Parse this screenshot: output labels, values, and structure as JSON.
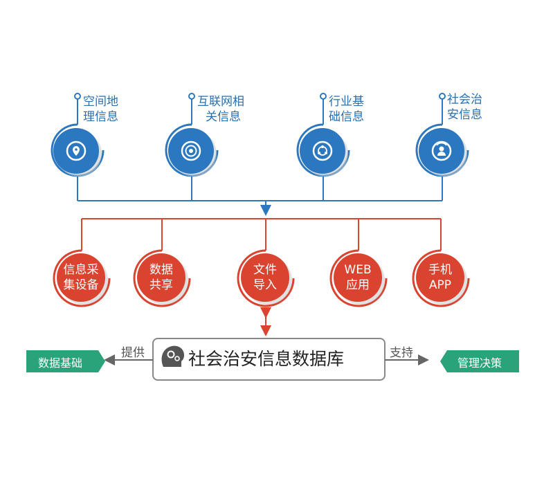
{
  "colors": {
    "blue": "#2b78c0",
    "blue_dark": "#1f5f9e",
    "red": "#d9432f",
    "green": "#2aa37a",
    "gray": "#666666"
  },
  "sources": [
    {
      "line1": "空间地",
      "line2": "理信息",
      "icon": "map-pin-icon"
    },
    {
      "line1": "互联网相",
      "line2": "关信息",
      "icon": "target-disc-icon"
    },
    {
      "line1": "行业基",
      "line2": "础信息",
      "icon": "node-circle-icon"
    },
    {
      "line1": "社会治",
      "line2": "安信息",
      "icon": "person-signal-icon"
    }
  ],
  "methods": [
    {
      "line1": "信息采",
      "line2": "集设备"
    },
    {
      "line1": "数据",
      "line2": "共享"
    },
    {
      "line1": "文件",
      "line2": "导入"
    },
    {
      "line1": "WEB",
      "line2": "应用"
    },
    {
      "line1": "手机",
      "line2": "APP"
    }
  ],
  "hub": {
    "title": "社会治安信息数据库",
    "icon": "brain-gears-icon"
  },
  "left": {
    "arrow_label": "提供",
    "tag": "数据基础"
  },
  "right": {
    "arrow_label": "支持",
    "tag": "管理决策"
  }
}
